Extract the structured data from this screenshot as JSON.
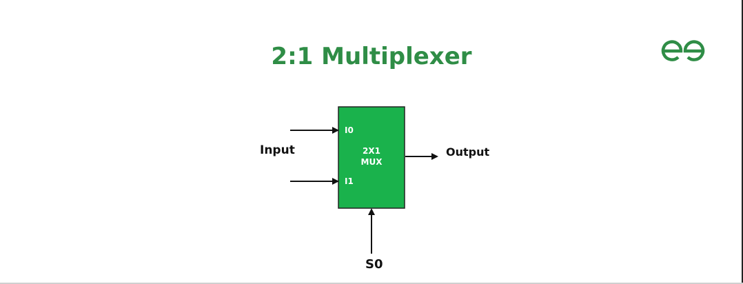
{
  "title": "2:1 Multiplexer",
  "brand_color": "#2f8d46",
  "logo_icon": "geeksforgeeks-logo",
  "diagram": {
    "block": {
      "name_line1": "2X1",
      "name_line2": "MUX",
      "fill_color": "#1ab24c",
      "inputs": [
        "I0",
        "I1"
      ]
    },
    "input_label": "Input",
    "output_label": "Output",
    "select_label": "S0"
  }
}
